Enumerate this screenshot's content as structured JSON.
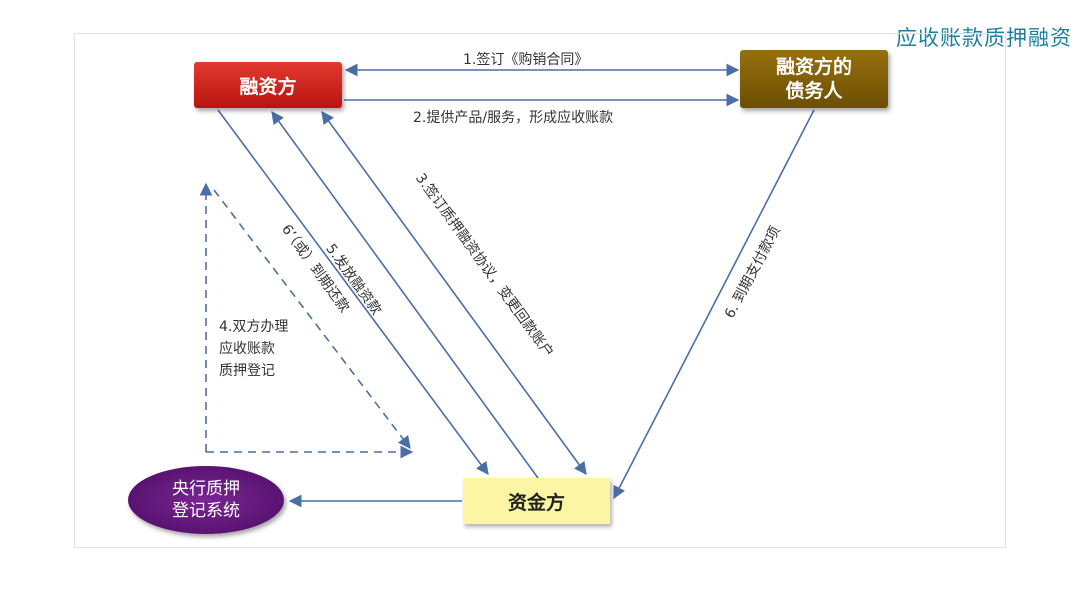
{
  "title": "应收账款质押融资",
  "nodes": {
    "borrower": "融资方",
    "debtor": "融资方的\n债务人",
    "funder": "资金方",
    "registry": "央行质押\n登记系统"
  },
  "edges": {
    "step1": "1.签订《购销合同》",
    "step2": "2.提供产品/服务，形成应收账款",
    "step3": "3.签订质押融资协议，变更回款账户",
    "step4": "4.双方办理\n应收账款\n质押登记",
    "step5": "5.发放融资款",
    "step6alt": "6’（或）到期还款",
    "step6": "6. 到期支付款项"
  },
  "colors": {
    "arrow": "#4a6fa5",
    "borrower": "#c8201a",
    "debtor": "#7d5c06",
    "funder": "#fbf5a4",
    "registry": "#5e1479",
    "title": "#1d7fa0"
  }
}
